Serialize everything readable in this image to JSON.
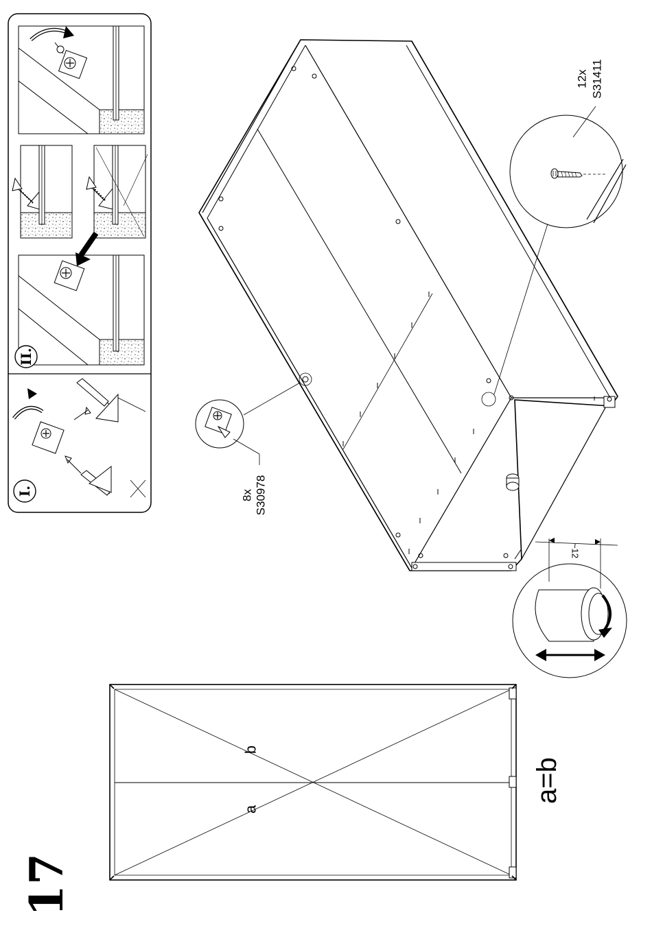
{
  "step": {
    "number": "17"
  },
  "parts": [
    {
      "qty": "8x",
      "code": "S30978"
    },
    {
      "qty": "12x",
      "code": "S31411"
    }
  ],
  "adjust": {
    "distance": "~12"
  },
  "diagonal_check": {
    "label_a": "a",
    "label_b": "b",
    "equation": "a=b"
  },
  "inset": {
    "step_i": "I.",
    "step_ii": "II."
  }
}
